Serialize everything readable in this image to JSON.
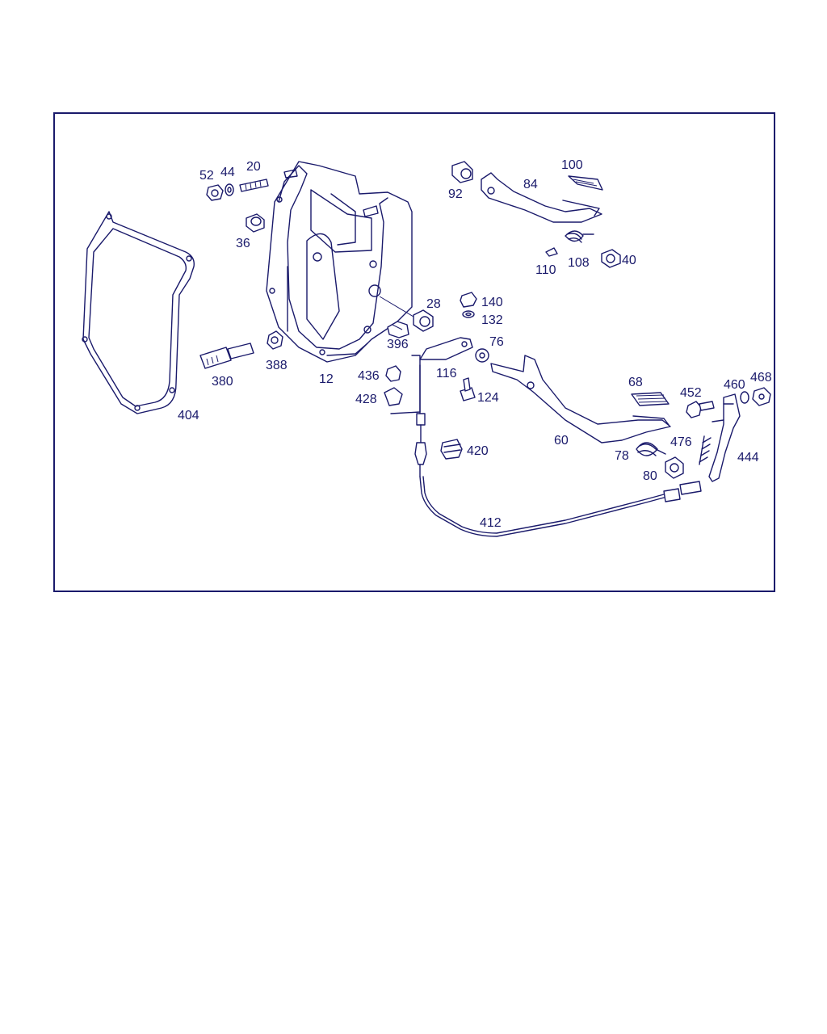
{
  "colors": {
    "ink": "#1a1a6b",
    "background": "#ffffff"
  },
  "callouts": {
    "c52": "52",
    "c44": "44",
    "c20": "20",
    "c36": "36",
    "c92": "92",
    "c84": "84",
    "c100": "100",
    "c110": "110",
    "c108": "108",
    "c40": "40",
    "c28": "28",
    "c140": "140",
    "c132": "132",
    "c396": "396",
    "c76": "76",
    "c380": "380",
    "c388": "388",
    "c12": "12",
    "c404": "404",
    "c436": "436",
    "c428": "428",
    "c116": "116",
    "c124": "124",
    "c68": "68",
    "c452": "452",
    "c460": "460",
    "c468": "468",
    "c60": "60",
    "c476": "476",
    "c78": "78",
    "c444": "444",
    "c420": "420",
    "c80": "80",
    "c412": "412"
  }
}
